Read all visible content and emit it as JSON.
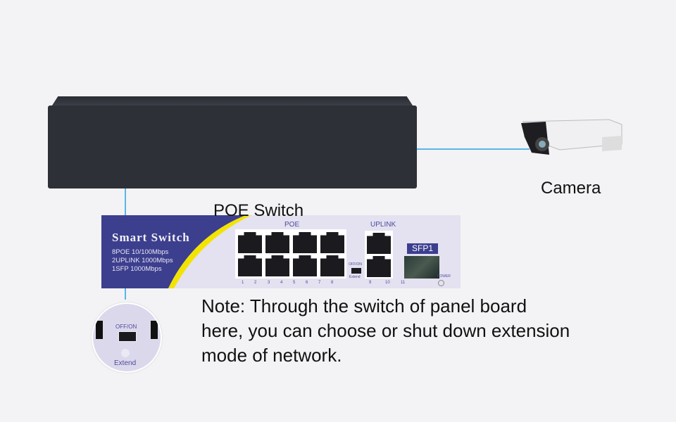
{
  "switch": {
    "brand": "Smart Switch",
    "specs": [
      "8POE 10/100Mbps",
      "2UPLINK 1000Mbps",
      "1SFP 1000Mbps"
    ],
    "poe_label": "POE",
    "uplink_label": "UPLINK",
    "sfp_label": "SFP1",
    "power_label": "POWER",
    "toggle_label": "OFF/ON",
    "extend_label": "Extend",
    "port_numbers": [
      "1",
      "2",
      "3",
      "4",
      "5",
      "6",
      "7",
      "8",
      "9",
      "10",
      "11"
    ]
  },
  "labels": {
    "switch_caption": "POE Switch",
    "camera_caption": "Camera"
  },
  "detail": {
    "toggle_label": "OFF/ON",
    "extend_label": "Extend"
  },
  "note": {
    "lines": [
      "Note: Through the switch of panel board",
      "here, you can choose or shut down extension",
      "mode of network."
    ]
  },
  "colors": {
    "connector_line": "#5bb5e8",
    "panel_blue": "#3c3e8e",
    "accent_yellow": "#f3e300"
  }
}
